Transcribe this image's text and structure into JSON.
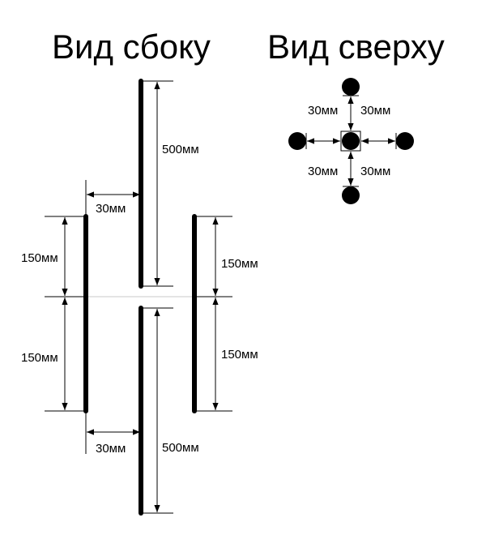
{
  "side_view": {
    "title": "Вид сбоку",
    "label_500_top": "500мм",
    "label_500_bottom": "500мм",
    "label_30_top": "30мм",
    "label_30_bottom": "30мм",
    "label_150_left_top": "150мм",
    "label_150_left_bottom": "150мм",
    "label_150_right_top": "150мм",
    "label_150_right_bottom": "150мм"
  },
  "top_view": {
    "title": "Вид сверху",
    "label_30_upper_left": "30мм",
    "label_30_upper_right": "30мм",
    "label_30_lower_left": "30мм",
    "label_30_lower_right": "30мм"
  },
  "colors": {
    "ink": "#000000",
    "center_line": "#c8c8c8"
  }
}
